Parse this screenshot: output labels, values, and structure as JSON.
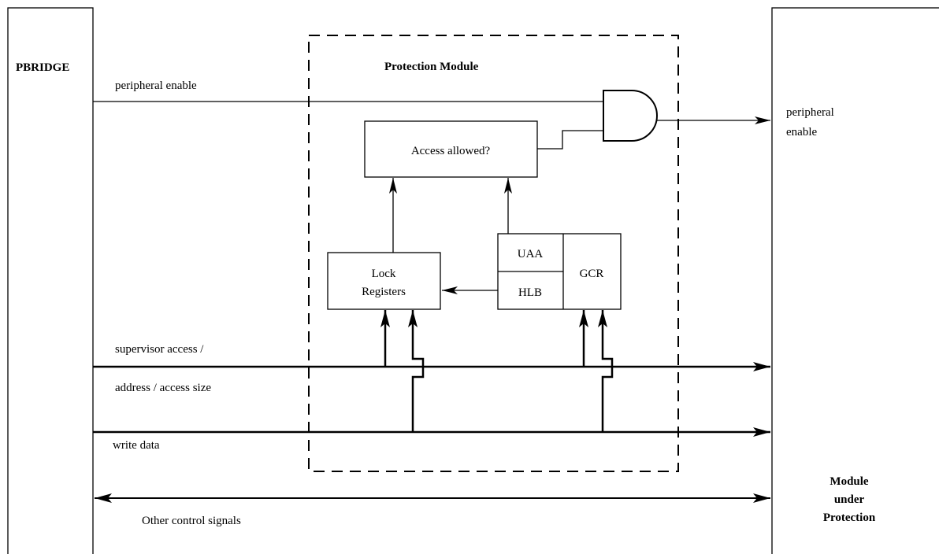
{
  "left_block": {
    "title": "PBRIDGE"
  },
  "right_block": {
    "title_lines": [
      "Module",
      "under",
      "Protection"
    ]
  },
  "protection_module": {
    "title": "Protection Module"
  },
  "boxes": {
    "access_allowed": "Access allowed?",
    "lock_registers": [
      "Lock",
      "Registers"
    ],
    "uaa": "UAA",
    "hlb": "HLB",
    "gcr": "GCR"
  },
  "signals": {
    "peripheral_enable_in": "peripheral enable",
    "peripheral_enable_out": [
      "peripheral",
      "enable"
    ],
    "supervisor_access": "supervisor access /",
    "address_access_size": "address / access size",
    "write_data": "write data",
    "other_control": "Other control signals"
  }
}
